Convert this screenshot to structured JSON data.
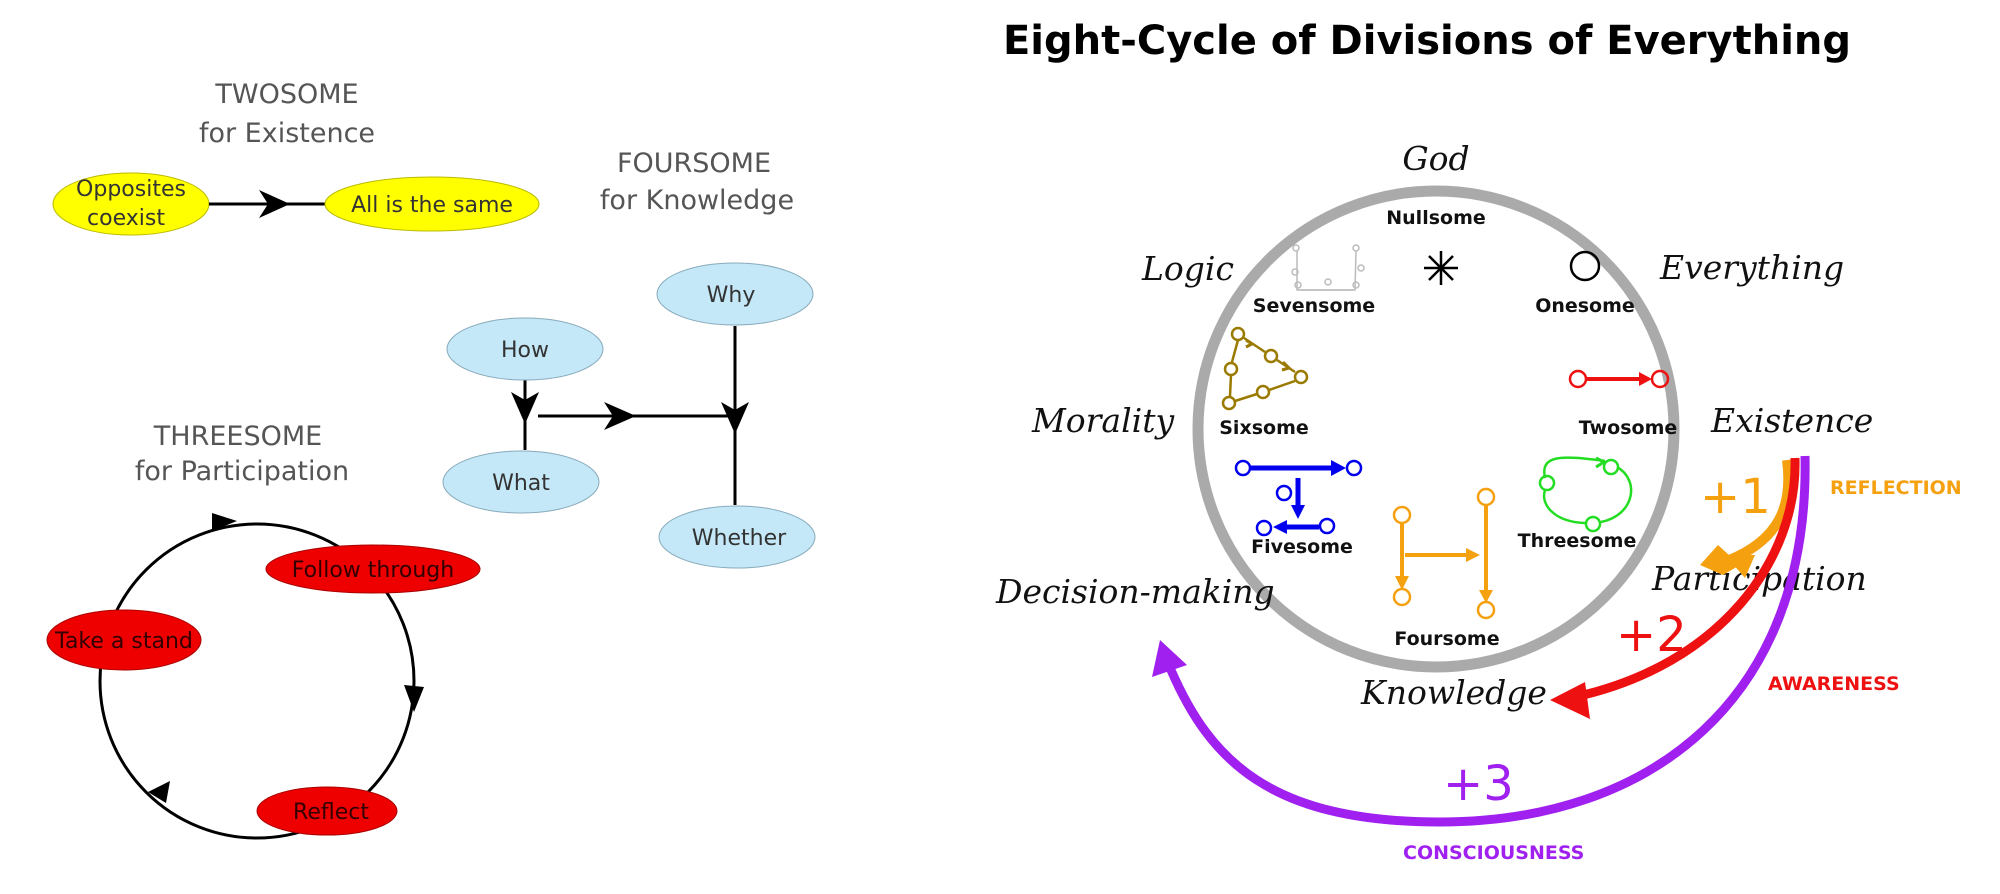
{
  "left": {
    "twosome": {
      "title": "TWOSOME",
      "subtitle": "for Existence",
      "node_a": [
        "Opposites",
        "coexist"
      ],
      "node_b": "All is the same"
    },
    "foursome": {
      "title": "FOURSOME",
      "subtitle": "for Knowledge",
      "nodes": {
        "how": "How",
        "what": "What",
        "why": "Why",
        "whether": "Whether"
      }
    },
    "threesome": {
      "title": "THREESOME",
      "subtitle": "for Participation",
      "nodes": {
        "follow": "Follow through",
        "stand": "Take a stand",
        "reflect": "Reflect"
      }
    }
  },
  "right": {
    "title": "Eight-Cycle of Divisions of Everything",
    "concepts": {
      "god": "God",
      "everything": "Everything",
      "existence": "Existence",
      "participation": "Participation",
      "knowledge": "Knowledge",
      "decision": "Decision-making",
      "morality": "Morality",
      "logic": "Logic"
    },
    "divisions": {
      "nullsome": "Nullsome",
      "onesome": "Onesome",
      "twosome": "Twosome",
      "threesome": "Threesome",
      "foursome": "Foursome",
      "fivesome": "Fivesome",
      "sixsome": "Sixsome",
      "sevensome": "Sevensome"
    },
    "arrows": {
      "plus1": "+1",
      "plus2": "+2",
      "plus3": "+3",
      "reflection": "REFLECTION",
      "awareness": "AWARENESS",
      "consciousness": "CONSCIOUSNESS"
    },
    "colors": {
      "ring": "#aaaaaa",
      "orange": "#f5a10f",
      "red": "#ee1111",
      "purple": "#a020f0",
      "blue": "#0000ee",
      "green": "#22dd22",
      "brown": "#9b7a00",
      "yellow": "#ffff00",
      "lightblue": "#c4e8f7"
    }
  }
}
